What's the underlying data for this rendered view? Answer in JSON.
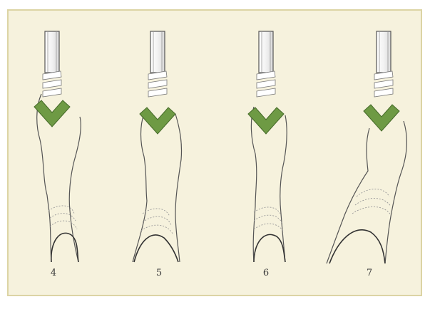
{
  "steps": [
    {
      "number": "4"
    },
    {
      "number": "5"
    },
    {
      "number": "6"
    },
    {
      "number": "7"
    }
  ],
  "colors": {
    "background": "#f6f2dd",
    "frame_border": "#dcd4a4",
    "arrow": "#6e9a44",
    "arrow_edge": "#466b2a",
    "line": "#555555"
  },
  "icons": {
    "arrow": "green-down-chevron-arrow-icon",
    "rod": "vertical-rod-icon",
    "hand": "hand-drawing"
  }
}
